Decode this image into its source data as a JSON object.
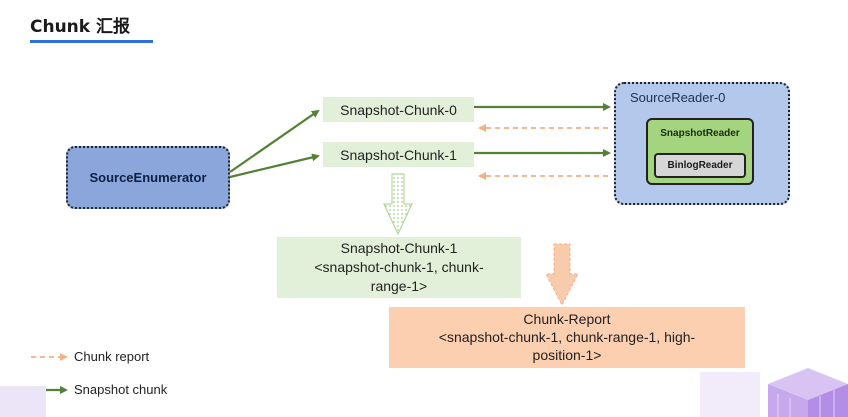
{
  "title": "Chunk 汇报",
  "enumerator": {
    "label": "SourceEnumerator"
  },
  "chunks": [
    {
      "label": "Snapshot-Chunk-0"
    },
    {
      "label": "Snapshot-Chunk-1"
    }
  ],
  "reader": {
    "title": "SourceReader-0",
    "snapshot_reader": "SnapshotReader",
    "binlog_reader": "BinlogReader"
  },
  "assignment": {
    "line1": "Snapshot-Chunk-1",
    "line2": "<snapshot-chunk-1, chunk-",
    "line3": "range-1>"
  },
  "report": {
    "line1": "Chunk-Report",
    "line2": "<snapshot-chunk-1, chunk-range-1, high-",
    "line3": "position-1>"
  },
  "legend": {
    "report": "Chunk report",
    "snapshot": "Snapshot chunk"
  },
  "colors": {
    "snapshot_arrow": "#538135",
    "report_arrow": "#f4b183",
    "enumerator": "#8aa6da",
    "reader": "#b3c8ea"
  }
}
